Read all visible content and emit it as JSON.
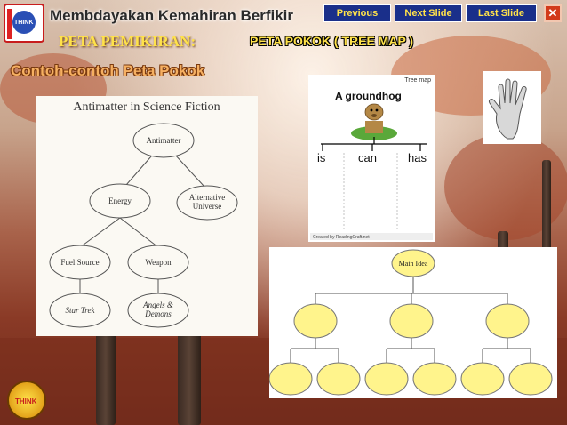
{
  "header": {
    "app_title": "Membdayakan Kemahiran Berfikir",
    "logo_text": "THINK",
    "nav": {
      "previous": "Previous",
      "next": "Next Slide",
      "last": "Last Slide",
      "close": "✕"
    }
  },
  "slide": {
    "heading_main": "PETA PEMIKIRAN:",
    "heading_sub": "PETA POKOK ( TREE MAP )",
    "section_title": "Contoh-contoh Peta Pokok"
  },
  "example1": {
    "title": "Antimatter in Science Fiction",
    "nodes": {
      "root": "Antimatter",
      "energy": "Energy",
      "alt1": "Alternative",
      "alt2": "Universe",
      "fuel": "Fuel Source",
      "weapon": "Weapon",
      "startrek": "Star Trek",
      "angels1": "Angels &",
      "angels2": "Demons"
    }
  },
  "example2": {
    "label": "Tree map",
    "title": "A groundhog",
    "branches": [
      "is",
      "can",
      "has"
    ],
    "footer": "Created by ReadingCraft.net"
  },
  "example3": {
    "root": "Main Idea"
  },
  "bottom_logo_text": "THINK"
}
